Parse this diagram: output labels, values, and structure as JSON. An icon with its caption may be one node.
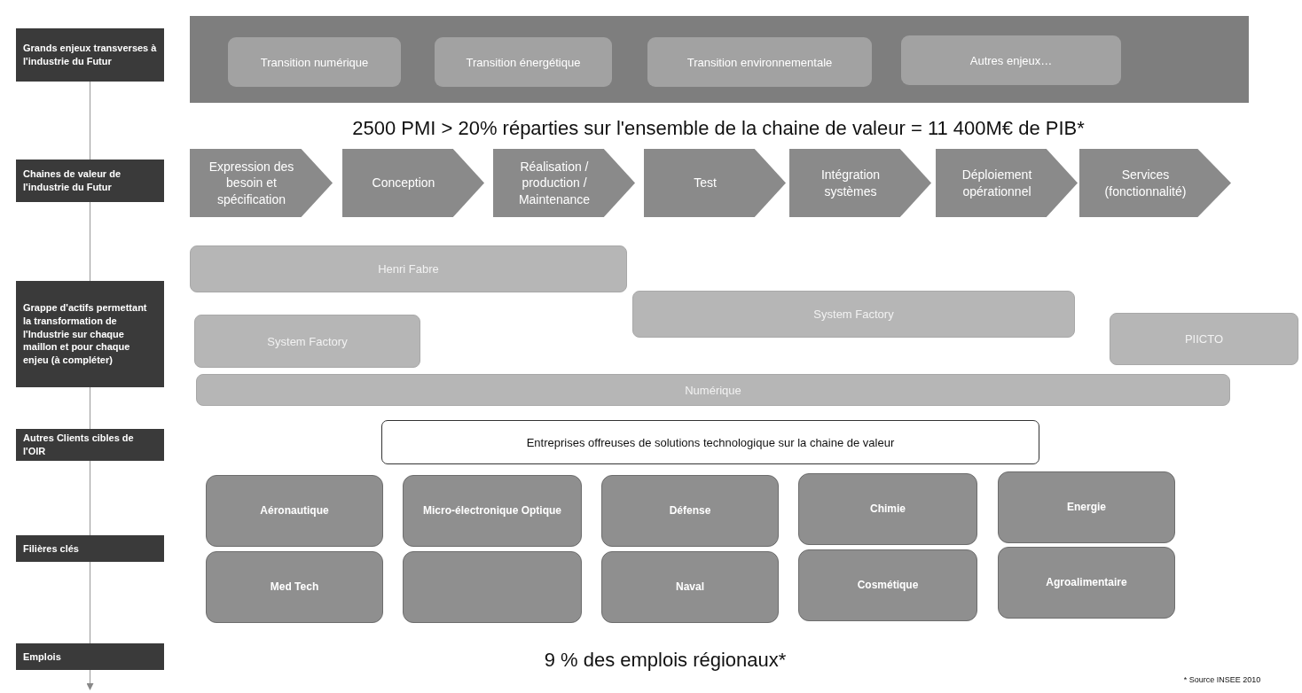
{
  "diagram": {
    "nodes": [
      {
        "text": [
          "Grands enjeux transverses à l'industrie du Futur"
        ]
      },
      {
        "text": [],
        "shape": "box"
      },
      {
        "text": [
          "Transition numérique"
        ],
        "in": 1
      },
      {
        "text": [
          "Transition énergétique"
        ],
        "in": 1
      },
      {
        "text": [
          "Transition environnementale"
        ],
        "in": 1
      },
      {
        "text": [
          "Autres enjeux…"
        ],
        "in": 1
      },
      {
        "text": [
          "Chaines de valeur de l'industrie du Futur"
        ]
      },
      {
        "text": [
          "Expression des besoin et spécification"
        ]
      },
      {
        "text": [
          "Conception"
        ]
      },
      {
        "text": [
          "Réalisation / production / Maintenance"
        ]
      },
      {
        "text": [
          "Test"
        ]
      },
      {
        "text": [
          "Intégration systèmes"
        ]
      },
      {
        "text": [
          "Déploiement opérationnel"
        ]
      },
      {
        "text": [
          "Services (fonctionnalité)"
        ]
      },
      {
        "text": [
          "Grappe d'actifs permettant la transformation de l'Industrie sur chaque maillon et pour chaque enjeu (à compléter)"
        ]
      },
      {
        "text": [
          "Henri Fabre"
        ]
      },
      {
        "text": [
          "System Factory"
        ]
      },
      {
        "text": [
          "System Factory"
        ]
      },
      {
        "text": [
          "PIICTO"
        ]
      },
      {
        "text": [
          "Numérique"
        ]
      },
      {
        "text": [
          "Autres Clients cibles de l'OIR"
        ]
      },
      {
        "text": [
          "Entreprises offreuses de solutions technologique sur la chaine de valeur"
        ]
      },
      {
        "text": [
          "Filières clés"
        ]
      },
      {
        "text": [
          "Aéronautique"
        ]
      },
      {
        "text": [
          "Micro-électronique Optique"
        ]
      },
      {
        "text": [
          "Défense"
        ]
      },
      {
        "text": [
          "Chimie"
        ]
      },
      {
        "text": [
          "Energie"
        ]
      },
      {
        "text": [
          "Med Tech"
        ]
      },
      {
        "text": [],
        "shape": "box"
      },
      {
        "text": [
          "Naval"
        ]
      },
      {
        "text": [
          "Cosmétique"
        ]
      },
      {
        "text": [
          "Agroalimentaire"
        ]
      },
      {
        "text": [
          "Emplois"
        ]
      }
    ],
    "edges": [
      {
        "from": 0,
        "to": 6,
        "arrow": "none"
      },
      {
        "from": 6,
        "to": 14,
        "arrow": "none"
      },
      {
        "from": 14,
        "to": 20,
        "arrow": "none"
      },
      {
        "from": 20,
        "to": 22,
        "arrow": "none"
      },
      {
        "from": 22,
        "to": 33,
        "arrow": "none"
      },
      {
        "from": 33,
        "to": null,
        "arrow": "to"
      }
    ],
    "labels": [
      "2500 PMI > 20% réparties sur l'ensemble de la chaine de valeur = 11 400M€ de PIB*",
      "9 % des emplois régionaux*",
      "* Source INSEE 2010"
    ]
  }
}
